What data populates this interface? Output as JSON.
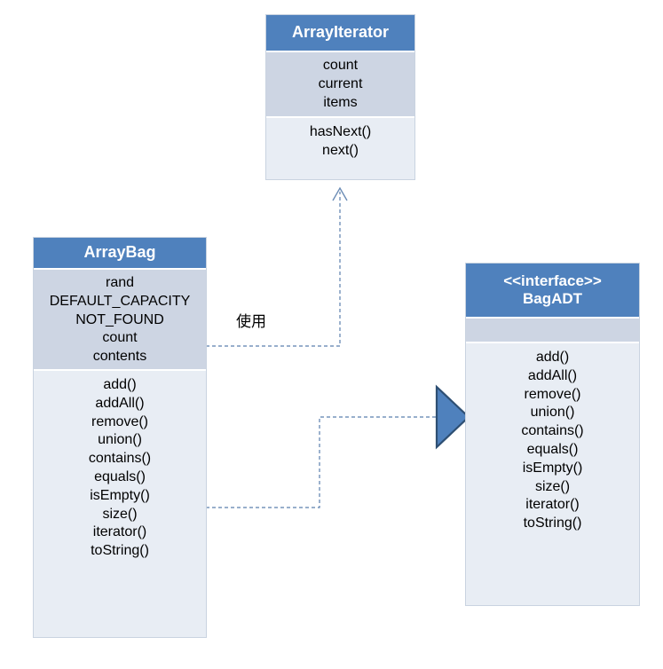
{
  "diagram": {
    "title": "Bag ADT UML class diagram",
    "type": "uml-class-diagram",
    "colors": {
      "header_fill": "#4F81BD",
      "attribute_fill": "#CDD5E3",
      "operation_fill": "#E8EDF4",
      "header_text": "#FFFFFF",
      "member_text": "#000000",
      "connector_line": "#4A6E9B",
      "triangle_fill": "#4F81BD",
      "triangle_stroke": "#2E4F73"
    }
  },
  "classes": {
    "array_iterator": {
      "name": "ArrayIterator",
      "attributes": [
        "count",
        "current",
        "items"
      ],
      "operations": [
        "hasNext()",
        "next()"
      ]
    },
    "array_bag": {
      "name": "ArrayBag",
      "attributes": [
        "rand",
        "DEFAULT_CAPACITY",
        "NOT_FOUND",
        "count",
        "contents"
      ],
      "operations": [
        "add()",
        "addAll()",
        "remove()",
        "union()",
        "contains()",
        "equals()",
        "isEmpty()",
        "size()",
        "iterator()",
        "toString()"
      ]
    },
    "bag_adt": {
      "stereotype": "<<interface>>",
      "name": "BagADT",
      "attributes": [],
      "operations": [
        "add()",
        "addAll()",
        "remove()",
        "union()",
        "contains()",
        "equals()",
        "isEmpty()",
        "size()",
        "iterator()",
        "toString()"
      ]
    }
  },
  "connectors": {
    "uses_dependency": {
      "label": "使用",
      "from": "ArrayBag",
      "to": "ArrayIterator",
      "style": "dashed",
      "arrowhead": "open"
    },
    "realization": {
      "label": "",
      "from": "ArrayBag",
      "to": "BagADT",
      "style": "dashed",
      "arrowhead": "hollow-triangle"
    }
  }
}
